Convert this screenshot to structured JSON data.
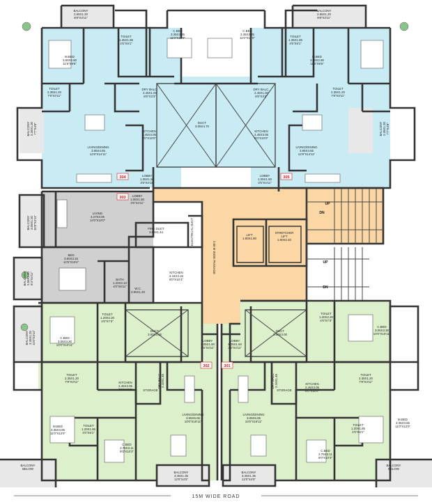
{
  "colors": {
    "cyan_unit": "#c9ecf4",
    "grey_unit": "#d0d0d0",
    "green_unit": "#dcf0cc",
    "core": "#fad7a5",
    "balcony": "#e8e8e8",
    "wall": "#333333",
    "unit_tag": "#d0151b"
  },
  "units": {
    "u304": "304",
    "u305": "305",
    "u303": "303",
    "u302": "302",
    "u301": "301"
  },
  "rooms": {
    "balcony_tl": [
      "BALCONY",
      "2.65X1.20",
      "8'8\"X3'11\""
    ],
    "balcony_tr": [
      "BALCONY",
      "2.65X1.20",
      "8'8\"X3'11\""
    ],
    "toilet_tl": [
      "TOILET",
      "1.35X1.85",
      "4'5\"X6'1\""
    ],
    "toilet_tr": [
      "TOILET",
      "1.35X1.85",
      "4'5\"X6'1\""
    ],
    "cbed_tl": [
      "C.BED",
      "3.35X3.35",
      "11'0\"X11'0\""
    ],
    "cbed_tr": [
      "C.BED",
      "3.35X3.35",
      "11'0\"X11'0\""
    ],
    "mbed_tl": [
      "M.BED",
      "3.50X2.90",
      "11'6\"X9'6\""
    ],
    "mbed_tr": [
      "M.BED",
      "3.50X2.90",
      "11'6\"X9'6\""
    ],
    "toilet2_tl": [
      "TOILET",
      "2.35X1.20",
      "7'9\"X3'11\""
    ],
    "toilet2_tr": [
      "TOILET",
      "2.35X1.20",
      "7'9\"X3'11\""
    ],
    "drybalc_tl": [
      "DRY BALC.",
      "2.45X1.00",
      "8'0\"X3'3\""
    ],
    "drybalc_tr": [
      "DRY BALC.",
      "2.45X1.00",
      "8'0\"X3'3\""
    ],
    "duct_top": [
      "DUCT",
      "3.05X4.70"
    ],
    "kitchen_tl": [
      "KITCHEN",
      "2.45X3.05",
      "8'0\"X10'0\""
    ],
    "kitchen_tr": [
      "KITCHEN",
      "2.45X3.05",
      "8'0\"X10'0\""
    ],
    "living_tl": [
      "LIVING/DINING",
      "3.85X4.55",
      "12'8\"X14'11\""
    ],
    "living_tr": [
      "LIVING/DINING",
      "3.85X4.55",
      "12'8\"X14'11\""
    ],
    "balcony_ml": [
      "BALCONY",
      "2.35X1.20",
      "7'7\"X4'5\""
    ],
    "balcony_mr": [
      "BALCONY",
      "2.35X1.20",
      "7'7\"X4'5\""
    ],
    "lobby_304": [
      "LOBBY",
      "1.05X1.50",
      "3'5\"X4'11\""
    ],
    "lobby_305": [
      "LOBBY",
      "1.05X1.50",
      "3'5\"X4'11\""
    ],
    "lobby_303": [
      "LOBBY",
      "1.05X1.50",
      "3'5\"X4'11\""
    ],
    "living_303": [
      "LIVING",
      "4.27X3.05",
      "14'0\"X10'0\""
    ],
    "balcony_303": [
      "BALCONY",
      "3.05X1.20",
      "10'0\"X3'11\""
    ],
    "fire_duct": [
      "FIRE DUCT",
      "3.05X1.44"
    ],
    "elec_duct": [
      "ELECTRICAL DUCT"
    ],
    "passage": [
      "2.00 M WIDE PASSAGE"
    ],
    "lift": [
      "LIFT",
      "1.80X1.80"
    ],
    "stretcher_lift": [
      "STRETCHER",
      "LIFT",
      "1.80X2.40"
    ],
    "bed_303": [
      "BED",
      "3.80X3.15",
      "12'5\"X10'4\""
    ],
    "balcony_303b": [
      "BALCONY",
      "2.55X1.20",
      "8'4\"X3'11\""
    ],
    "bath_303": [
      "BATH",
      "1.20X2.10",
      "4'0\"X6'11\""
    ],
    "kitchen_303": [
      "KITCHEN",
      "2.44X3.15",
      "8'0\"X10'4\""
    ],
    "wc_303": [
      "W.C.",
      "0.90X1.20"
    ],
    "cbed_ml": [
      "C.BED",
      "3.05X3.30",
      "10'0\"X10'11\""
    ],
    "cbed_mr": [
      "C.BED",
      "3.05X3.30",
      "10'0\"X10'11\""
    ],
    "balcony_ll": [
      "BALCONY",
      "3.35X1.20",
      "11'0\"X3'11\""
    ],
    "toilet_ml": [
      "TOILET",
      "1.20X2.20",
      "4'0\"X7'3\""
    ],
    "toilet_mr": [
      "TOILET",
      "1.20X2.20",
      "4'0\"X7'3\""
    ],
    "duct_bl": [
      "DUCT",
      "3.90X3.00"
    ],
    "duct_br": [
      "DUCT",
      "3.90X3.00"
    ],
    "lobby_302": [
      "LOBBY",
      "1.05X1.50",
      "3'5\"X4'11\""
    ],
    "lobby_301": [
      "LOBBY",
      "1.05X1.50",
      "3'5\"X4'11\""
    ],
    "dry_balc_l": [
      "DRY BALC.",
      "2.10X1.45"
    ],
    "dry_balc_r": [
      "DRY BALC.",
      "2.10X1.45"
    ],
    "storage_l": [
      "STORAGE"
    ],
    "storage_r": [
      "STORAGE"
    ],
    "kitchen_bl": [
      "KITCHEN",
      "2.45X3.05",
      "8'0\"X10'0\""
    ],
    "kitchen_br": [
      "KITCHEN",
      "2.45X3.05",
      "8'0\"X10'0\""
    ],
    "toilet_bl": [
      "TOILET",
      "2.35X1.20",
      "7'9\"X3'11\""
    ],
    "toilet_br": [
      "TOILET",
      "2.35X1.20",
      "7'9\"X3'11\""
    ],
    "living_bl": [
      "LIVING/DINING",
      "3.05X6.06",
      "10'0\"X19'11\""
    ],
    "living_br": [
      "LIVING/DINING",
      "3.05X6.06",
      "10'0\"X19'11\""
    ],
    "mbed_bl": [
      "M.BED",
      "3.35X3.65",
      "11'0\"X12'0\""
    ],
    "mbed_br": [
      "M.BED",
      "3.35X3.65",
      "11'0\"X12'0\""
    ],
    "toilet_bbl": [
      "TOILET",
      "1.20X1.85",
      "4'0\"X6'1\""
    ],
    "toilet_bbr": [
      "TOILET",
      "1.20X1.85",
      "4'0\"X6'1\""
    ],
    "cbed_bl": [
      "C.BED",
      "2.75X3.11",
      "9'0\"X10'3\""
    ],
    "cbed_br": [
      "C.BED",
      "2.75X3.11",
      "9'0\"X10'3\""
    ],
    "balcony_bl": [
      "BALCONY",
      "3.45X1.35",
      "12'0\"X4'5\""
    ],
    "balcony_br": [
      "BALCONY",
      "3.45X1.35",
      "12'0\"X4'5\""
    ],
    "balcony_below_l": [
      "BALCONY",
      "BELOW"
    ],
    "balcony_below_r": [
      "BALCONY",
      "BELOW"
    ]
  },
  "stairs": {
    "up1": "UP",
    "dn1": "DN",
    "up2": "UP",
    "dn2": "DN"
  },
  "road": "15M WIDE ROAD"
}
